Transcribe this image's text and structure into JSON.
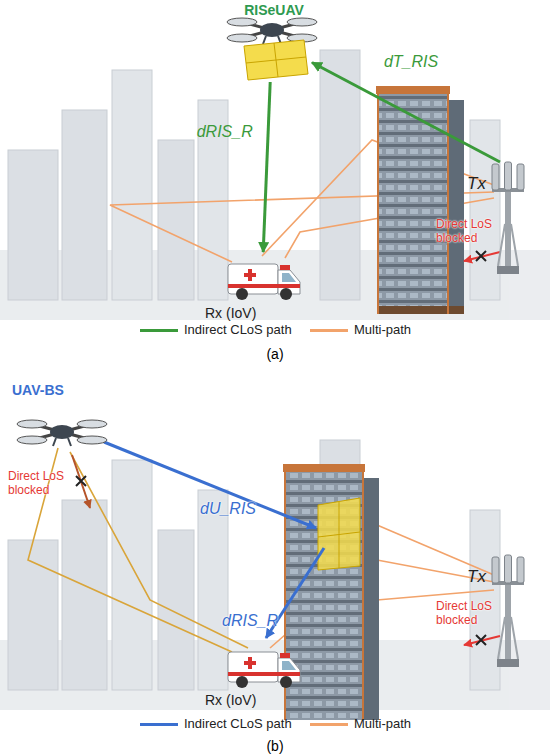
{
  "diagram": {
    "nodes": [
      {
        "text": [
          "RISeUAV"
        ]
      },
      {
        "text": [
          "Tx"
        ]
      },
      {
        "text": [
          "Rx (IoV)"
        ]
      },
      {
        "text": [
          "UAV-BS"
        ]
      },
      {
        "text": [
          "Tx"
        ]
      },
      {
        "text": [
          "Rx (IoV)"
        ]
      }
    ],
    "edges": [
      {
        "from": 1,
        "to": 0,
        "arrow": "to",
        "label": "dT_RIS"
      },
      {
        "from": 0,
        "to": 2,
        "arrow": "to",
        "label": "dRIS_R"
      }
    ],
    "labels": [
      "Direct LoS blocked",
      "(a)",
      "Direct LoS blocked",
      "dU_RIS",
      "Direct LoS blocked",
      "dRIS_R",
      "(b)"
    ],
    "legend": [
      {
        "text": "Indirect CLoS path"
      },
      {
        "text": "Multi-path"
      },
      {
        "text": "Indirect CLoS path"
      },
      {
        "text": "Multi-path"
      }
    ]
  }
}
